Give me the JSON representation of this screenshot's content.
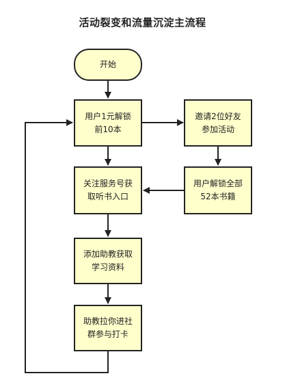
{
  "title": "活动裂变和流量沉淀主流程",
  "nodes": {
    "start": "开始",
    "unlock_first": "用户1元解锁\n前10本",
    "invite": "邀请2位好友\n参加活动",
    "unlock_all": "用户解锁全部\n52本书籍",
    "follow_account": "关注服务号获\n取听书入口",
    "add_assistant": "添加助教获取\n学习资料",
    "join_group": "助教拉你进社\n群参与打卡"
  }
}
